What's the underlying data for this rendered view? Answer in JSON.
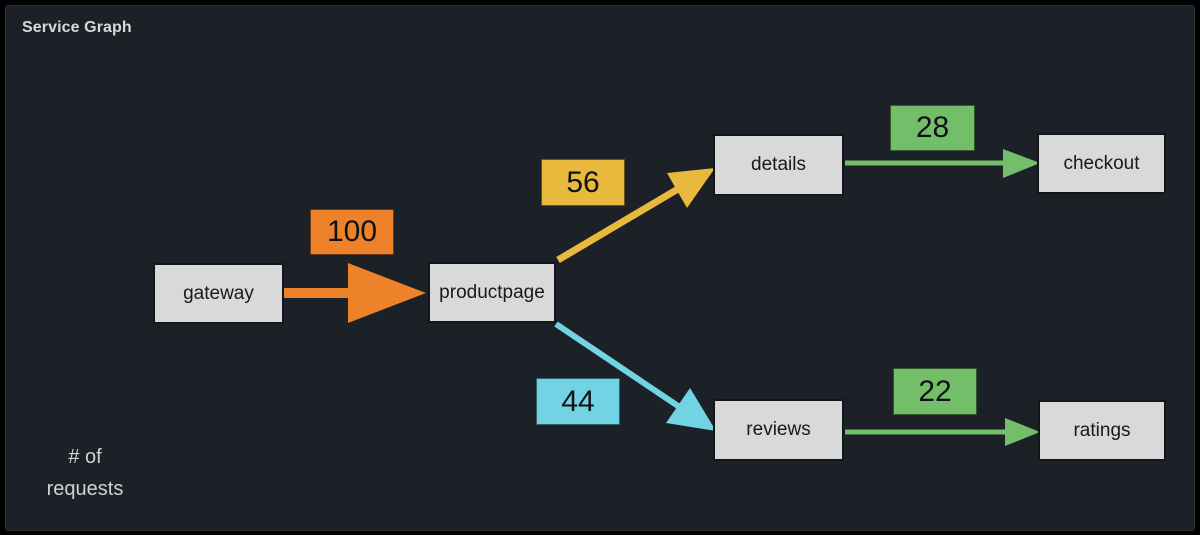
{
  "panel": {
    "title": "Service Graph",
    "axis_note": "# of\nrequests",
    "background_color": "#1c2127",
    "node_fill_color": "#d9d9d9",
    "node_text_color": "#16191d"
  },
  "graph": {
    "nodes": [
      {
        "id": "gateway",
        "label": "gateway"
      },
      {
        "id": "productpage",
        "label": "productpage"
      },
      {
        "id": "details",
        "label": "details"
      },
      {
        "id": "checkout",
        "label": "checkout"
      },
      {
        "id": "reviews",
        "label": "reviews"
      },
      {
        "id": "ratings",
        "label": "ratings"
      }
    ],
    "edges": [
      {
        "from": "gateway",
        "to": "productpage",
        "requests": "100",
        "color": "#ed822b"
      },
      {
        "from": "productpage",
        "to": "details",
        "requests": "56",
        "color": "#e8b93c"
      },
      {
        "from": "details",
        "to": "checkout",
        "requests": "28",
        "color": "#73bf69"
      },
      {
        "from": "productpage",
        "to": "reviews",
        "requests": "44",
        "color": "#71d3e3"
      },
      {
        "from": "reviews",
        "to": "ratings",
        "requests": "22",
        "color": "#73bf69"
      }
    ]
  }
}
